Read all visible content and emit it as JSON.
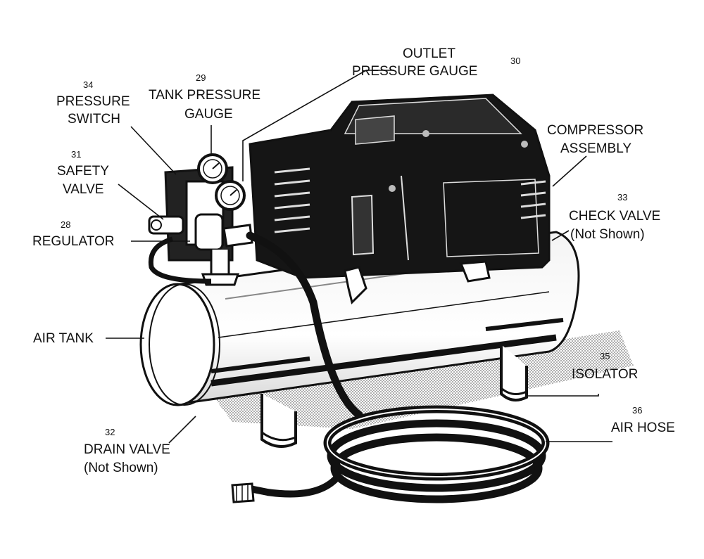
{
  "labels": {
    "outlet_gauge": {
      "line1": "OUTLET",
      "line2": "PRESSURE GAUGE",
      "number": "30"
    },
    "tank_gauge": {
      "number": "29",
      "line1": "TANK PRESSURE",
      "line2": "GAUGE"
    },
    "pressure_switch": {
      "number": "34",
      "line1": "PRESSURE",
      "line2": "SWITCH"
    },
    "compressor_assembly": {
      "line1": "COMPRESSOR",
      "line2": "ASSEMBLY"
    },
    "safety_valve": {
      "number": "31",
      "line1": "SAFETY",
      "line2": "VALVE"
    },
    "check_valve": {
      "number": "33",
      "line1": "CHECK VALVE",
      "line2": "(Not Shown)"
    },
    "regulator": {
      "number": "28",
      "line1": "REGULATOR"
    },
    "air_tank": {
      "line1": "AIR TANK"
    },
    "isolator": {
      "number": "35",
      "line1": "ISOLATOR"
    },
    "drain_valve": {
      "number": "32",
      "line1": "DRAIN VALVE",
      "line2": "(Not Shown)"
    },
    "air_hose": {
      "number": "36",
      "line1": "AIR HOSE"
    }
  }
}
